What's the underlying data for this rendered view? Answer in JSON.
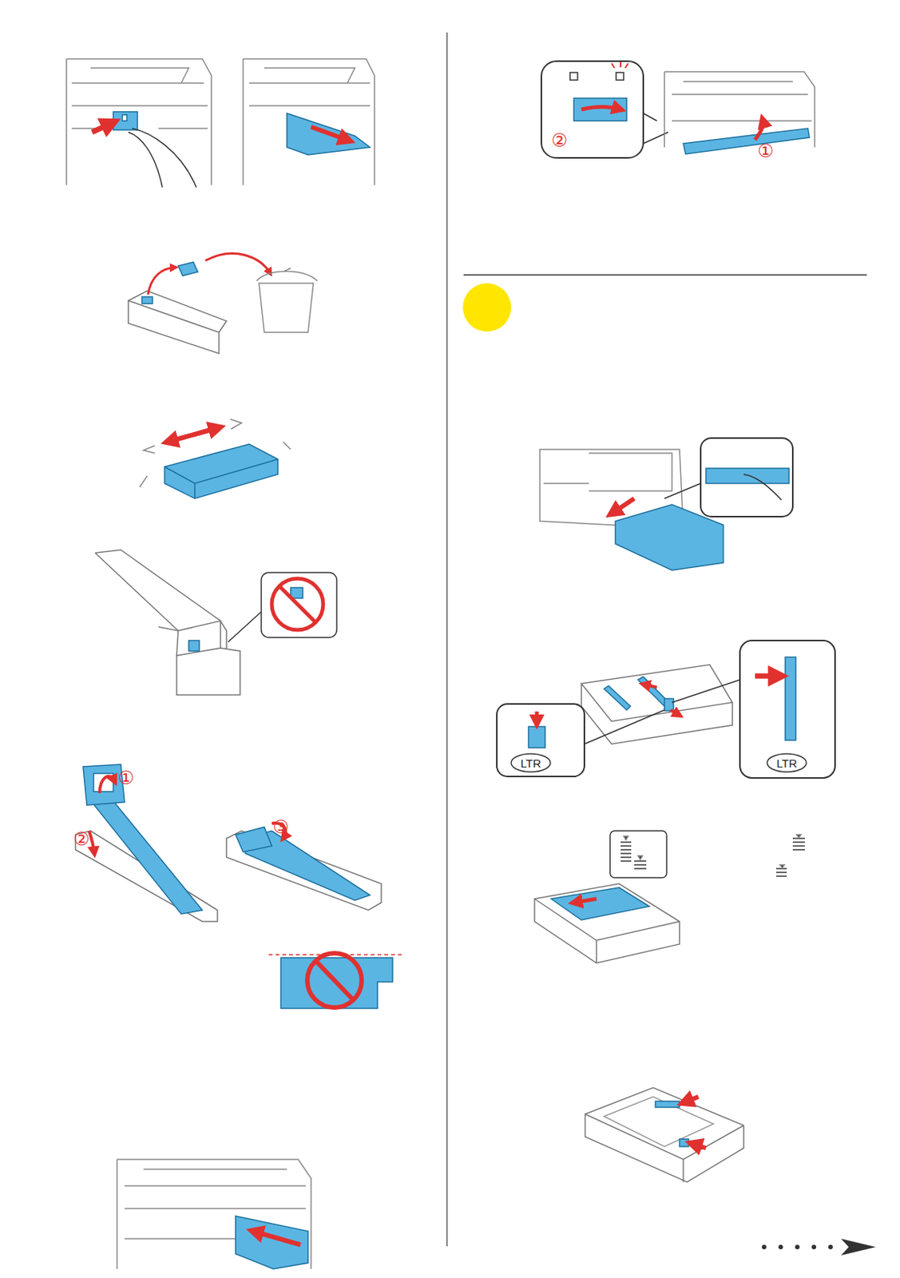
{
  "diagram": {
    "labels": [
      "①",
      "②",
      "③",
      "②",
      "①",
      "LTR",
      "LTR"
    ]
  }
}
